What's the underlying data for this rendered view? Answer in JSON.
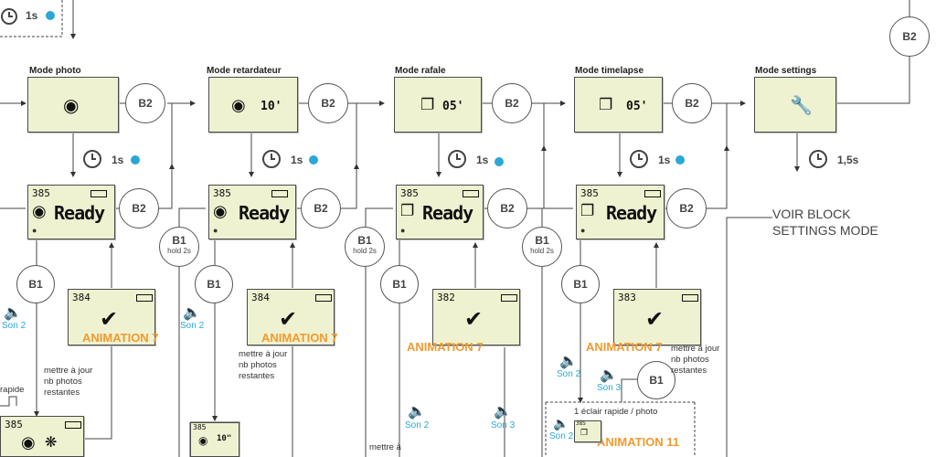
{
  "modes": {
    "photo": "Mode photo",
    "retardateur": "Mode retardateur",
    "rafale": "Mode rafale",
    "timelapse": "Mode timelapse",
    "settings": "Mode settings"
  },
  "lcd_text": {
    "ready": "Ready",
    "count_385": "385",
    "count_384": "384",
    "count_382": "382",
    "count_383": "383",
    "delay_10": "10'",
    "delay_10_small": "10\"",
    "burst_05": "05'",
    "timelapse_05": "05'"
  },
  "buttons": {
    "b1": "B1",
    "b2": "B2",
    "hold": "hold 2s"
  },
  "timers": {
    "t1": "1s",
    "t15": "1,5s"
  },
  "animations": {
    "a7": "ANIMATION 7",
    "a11": "ANIMATION 11"
  },
  "sounds": {
    "son2": "Son 2",
    "son3": "Son 3"
  },
  "notes": {
    "update_photos": "mettre à jour nb photos restantes",
    "mettre": "mettre à",
    "rapide": "rapide",
    "eclair": "1 éclair rapide / photo",
    "voir_block": "VOIR BLOCK SETTINGS MODE"
  }
}
